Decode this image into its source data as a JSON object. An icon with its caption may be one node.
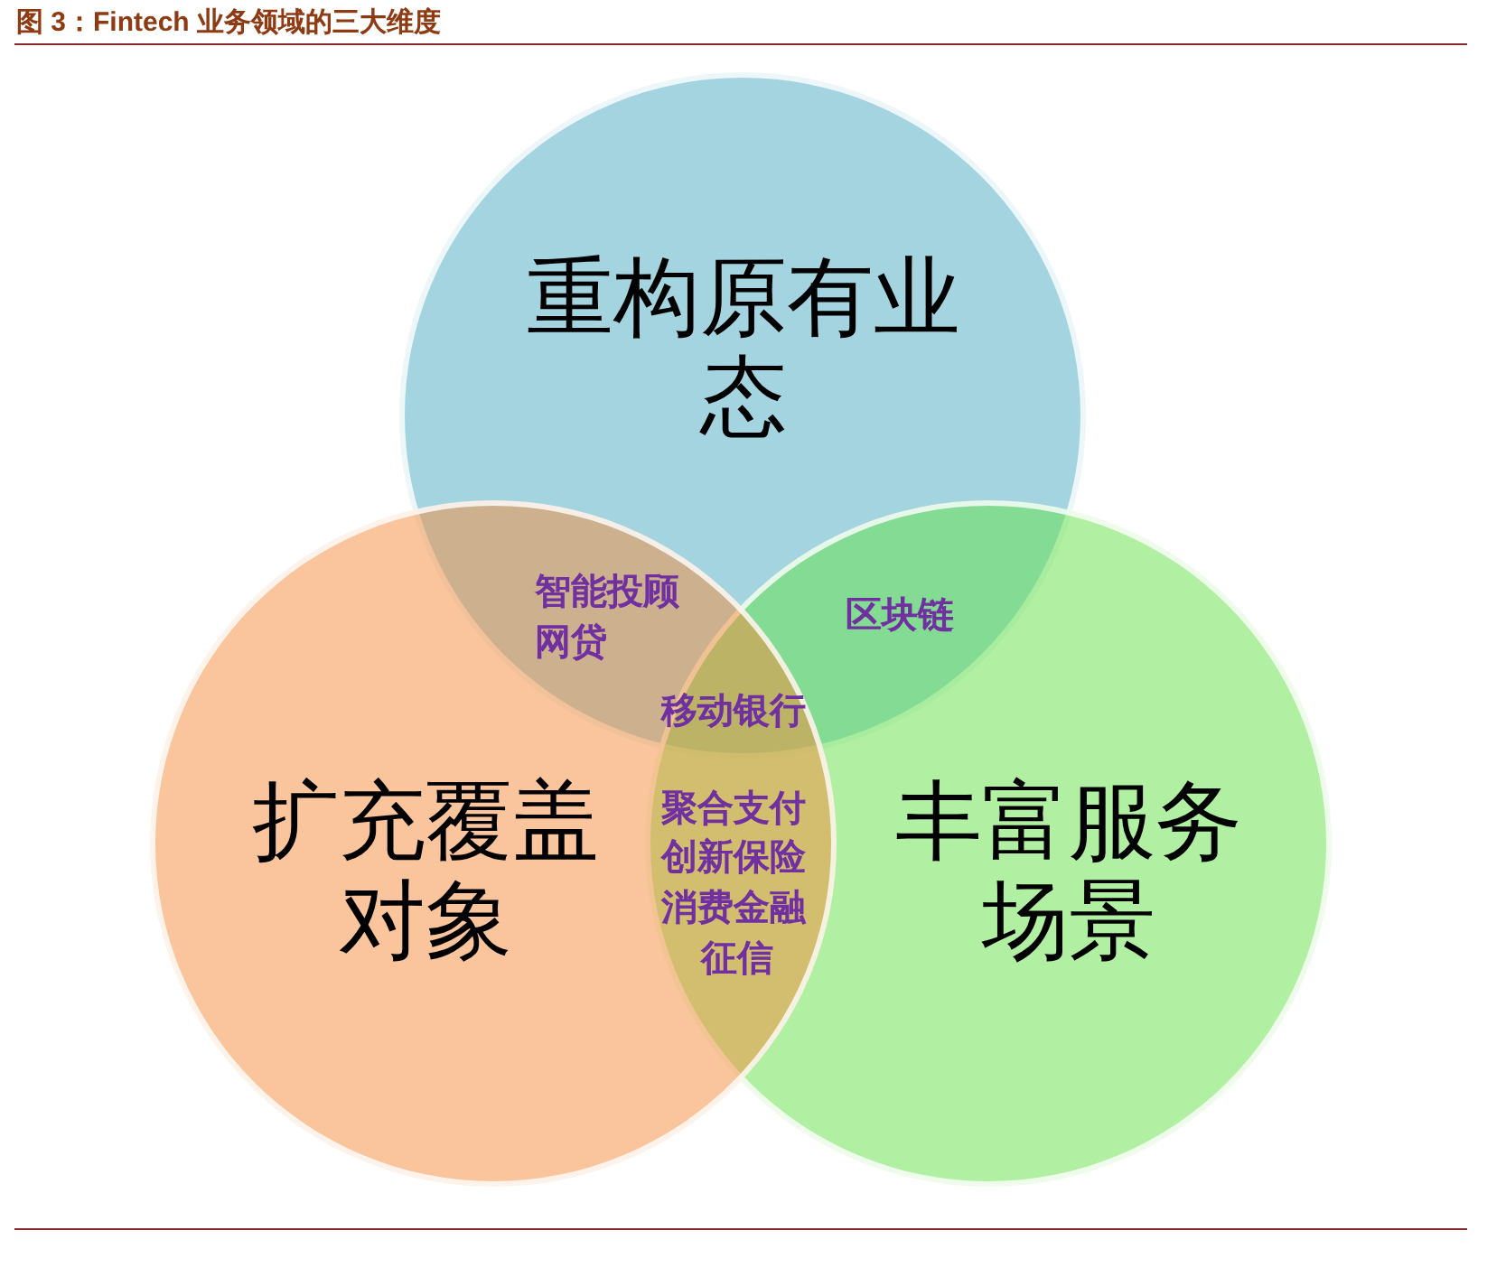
{
  "diagram": {
    "title": "图 3：Fintech 业务领域的三大维度",
    "nodes": [
      {
        "text": [
          "重构原有业态"
        ]
      },
      {
        "text": [
          "扩充覆盖对象"
        ]
      },
      {
        "text": [
          "丰富服务场景"
        ]
      }
    ],
    "labels": [
      "智能投顾",
      "网贷",
      "区块链",
      "移动银行",
      "聚合支付",
      "创新保险",
      "消费金融",
      "征信"
    ]
  }
}
